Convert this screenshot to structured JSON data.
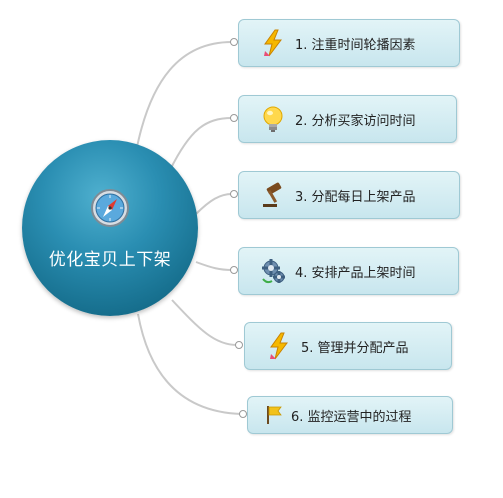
{
  "center": {
    "label": "优化宝贝上下架",
    "icon": "compass-icon"
  },
  "branches": [
    {
      "num": "1.",
      "text": "注重时间轮播因素",
      "icon": "lightning-icon"
    },
    {
      "num": "2.",
      "text": "分析买家访问时间",
      "icon": "lightbulb-icon"
    },
    {
      "num": "3.",
      "text": "分配每日上架产品",
      "icon": "gavel-icon"
    },
    {
      "num": "4.",
      "text": "安排产品上架时间",
      "icon": "gears-icon"
    },
    {
      "num": "5.",
      "text": "管理并分配产品",
      "icon": "lightning-icon"
    },
    {
      "num": "6.",
      "text": "监控运营中的过程",
      "icon": "flag-icon"
    }
  ],
  "colors": {
    "center": "#1b7fa3",
    "node": "#d3ecf2",
    "node_border": "#9fc9d4",
    "connector": "#c8c8c8"
  }
}
